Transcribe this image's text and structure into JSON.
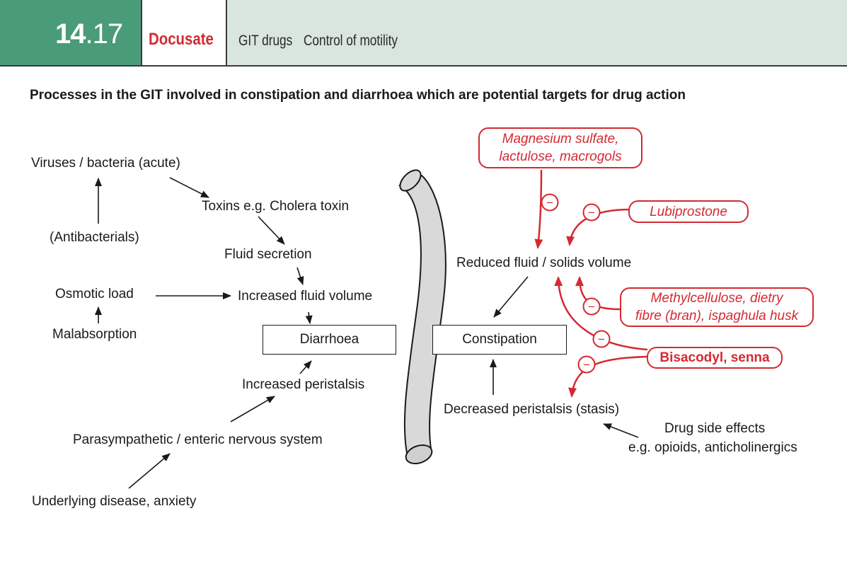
{
  "header": {
    "chapter": "14",
    "section": ".17",
    "drug": "Docusate",
    "crumb1": "GIT drugs",
    "crumb2": "Control of motility"
  },
  "title": "Processes in the GIT involved in constipation and diarrhoea which are potential targets for drug action",
  "diarrhoea": {
    "viruses": "Viruses / bacteria (acute)",
    "antibacterials": "(Antibacterials)",
    "toxins": "Toxins e.g. Cholera toxin",
    "fluid_secretion": "Fluid secretion",
    "osmotic_load": "Osmotic load",
    "increased_fluid": "Increased fluid volume",
    "malabsorption": "Malabsorption",
    "box": "Diarrhoea",
    "increased_peristalsis": "Increased peristalsis",
    "nervous_system": "Parasympathetic / enteric nervous system",
    "underlying": "Underlying disease, anxiety"
  },
  "constipation": {
    "reduced_volume": "Reduced fluid / solids volume",
    "box": "Constipation",
    "decreased_peristalsis": "Decreased peristalsis (stasis)",
    "side_effects_1": "Drug side effects",
    "side_effects_2": "e.g. opioids, anticholinergics"
  },
  "drugs": {
    "magnesium_1": "Magnesium sulfate,",
    "magnesium_2": "lactulose, macrogols",
    "lubiprostone": "Lubiprostone",
    "methyl_1": "Methylcellulose, dietry",
    "methyl_2": "fibre (bran), ispaghula husk",
    "bisacodyl": "Bisacodyl, senna"
  },
  "inhibit_symbol": "−",
  "colors": {
    "accent_red": "#d42a32",
    "header_green": "#4a9b78",
    "header_bg": "#d9e6dd"
  }
}
